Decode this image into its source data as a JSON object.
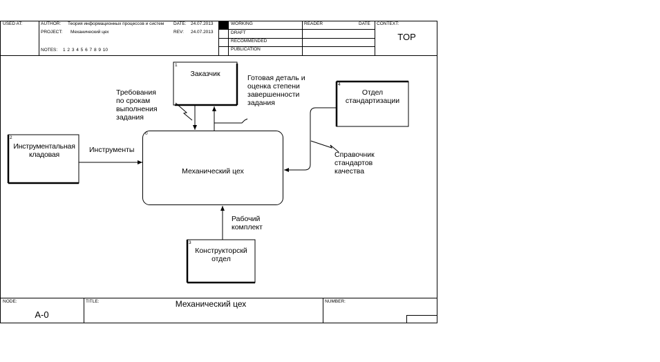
{
  "header": {
    "used_at_label": "USED AT:",
    "author_label": "AUTHOR:",
    "author_value": "Теория информационных процессов и систем",
    "project_label": "PROJECT:",
    "project_value": "Механический цех",
    "date_label": "DATE:",
    "date_value": "24.07.2013",
    "rev_label": "REV:",
    "rev_value": "24.07.2013",
    "notes_label": "NOTES:",
    "notes_numbers": "1  2  3  4  5  6  7  8  9  10",
    "status": [
      "WORKING",
      "DRAFT",
      "RECOMMENDED",
      "PUBLICATION"
    ],
    "reader_label": "READER",
    "reader_date_label": "DATE",
    "context_label": "CONTEXT:",
    "context_value": "TOP"
  },
  "diagram": {
    "boxes": {
      "customer": {
        "number": "1",
        "label": "Заказчик"
      },
      "tool_storage": {
        "number": "2",
        "label": "Инструментальная кладовая"
      },
      "design_dept": {
        "number": "3",
        "label": "Конструкторскй отдел"
      },
      "standards_dept": {
        "number": "4",
        "label": "Отдел стандартизации"
      },
      "workshop": {
        "number": "0",
        "label": "Механический цех"
      }
    },
    "arrows": {
      "requirements": "Требования по срокам выполнения задания",
      "finished_part": "Готовая деталь и оценка степени завершенности задания",
      "tools": "Инструменты",
      "standards_ref": "Справочник стандартов качества",
      "work_kit": "Рабочий комплект"
    }
  },
  "footer": {
    "node_label": "NODE:",
    "node_value": "A-0",
    "title_label": "TITLE:",
    "title_value": "Механический цех",
    "number_label": "NUMBER:"
  }
}
